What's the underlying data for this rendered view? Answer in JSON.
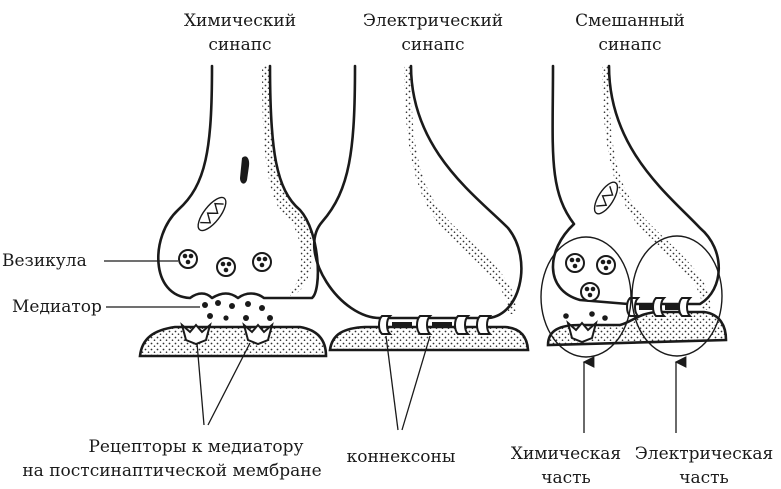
{
  "titles": {
    "chemical_line1": "Химический",
    "chemical_line2": "синапс",
    "electrical_line1": "Электрический",
    "electrical_line2": "синапс",
    "mixed_line1": "Смешанный",
    "mixed_line2": "синапс"
  },
  "labels": {
    "vesicle": "Везикула",
    "mediator": "Медиатор",
    "receptors_line1": "Рецепторы к медиатору",
    "receptors_line2": "на постсинаптической мембране",
    "connexons": "коннексоны",
    "chem_part_line1": "Химическая",
    "chem_part_line2": "часть",
    "elec_part_line1": "Электрическая",
    "elec_part_line2": "часть"
  }
}
